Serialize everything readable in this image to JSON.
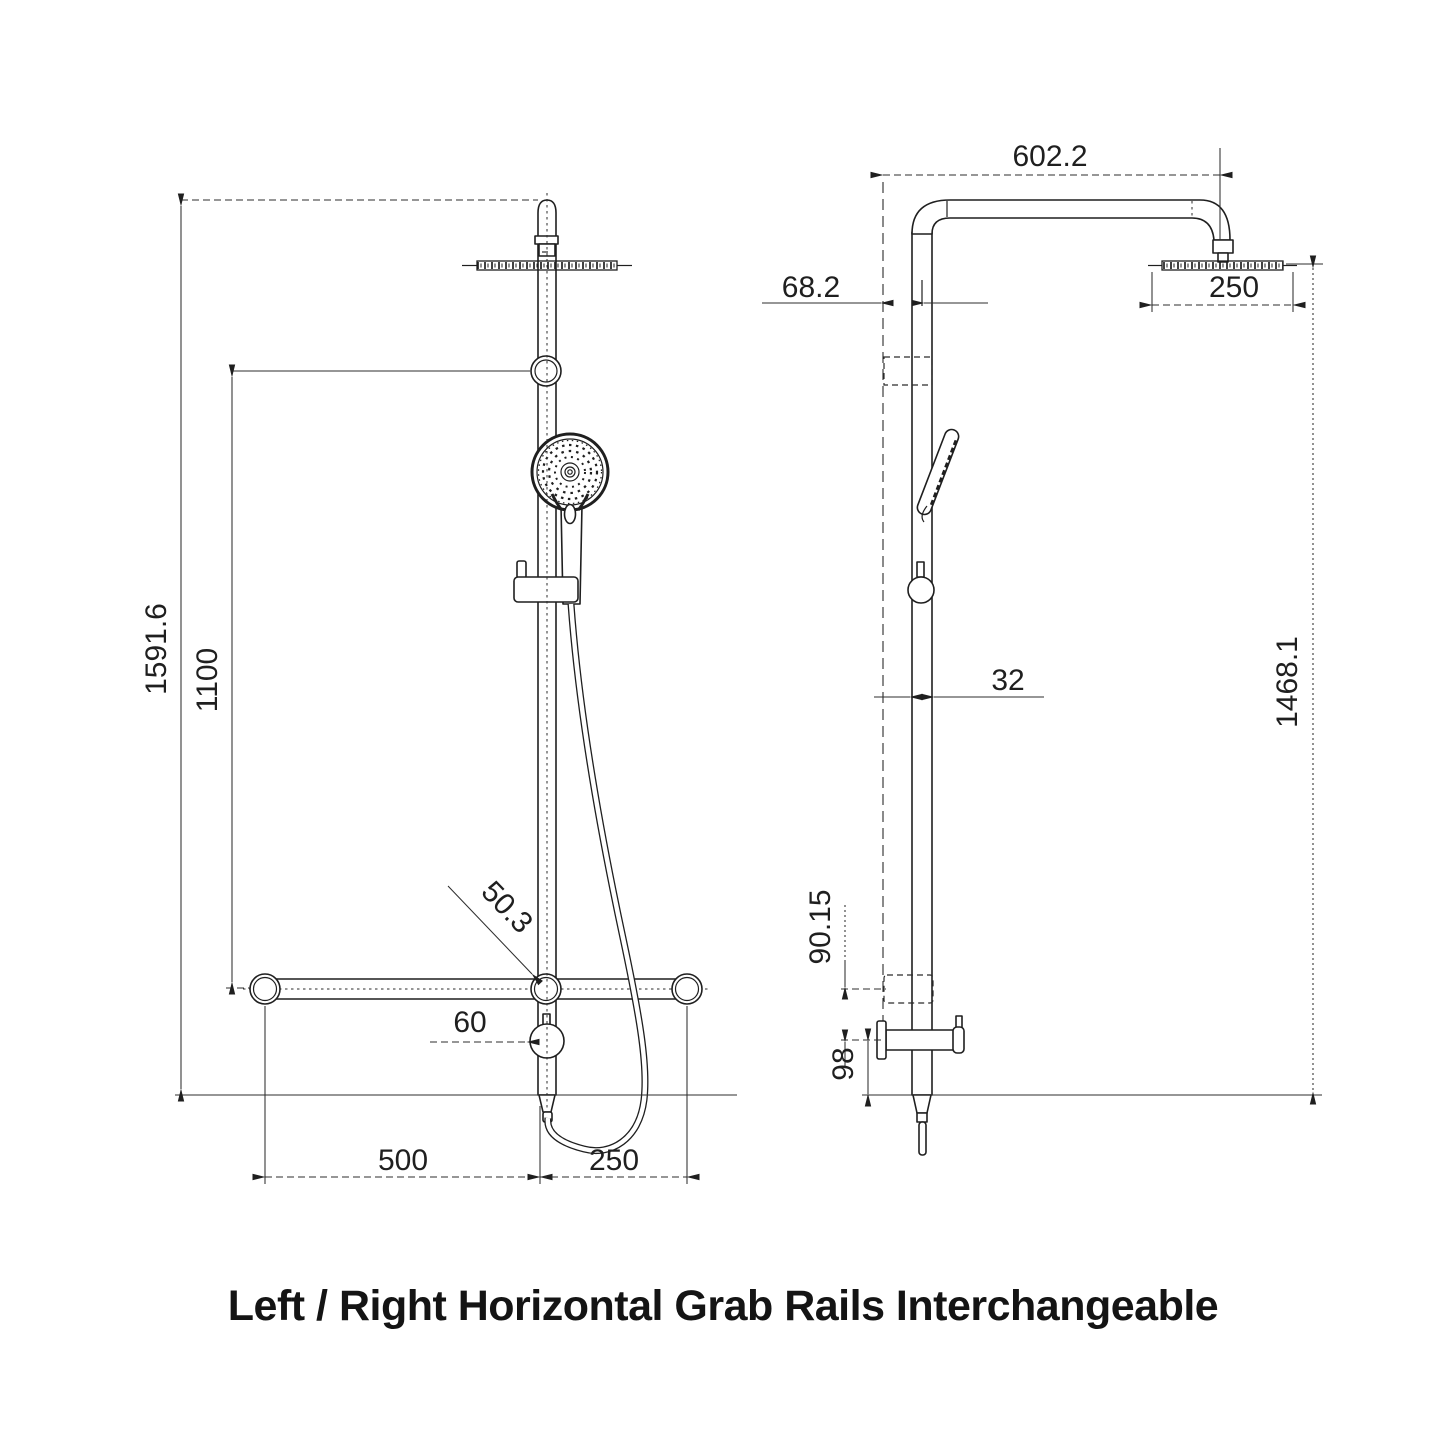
{
  "caption": "Left / Right Horizontal Grab Rails Interchangeable",
  "dimensions": {
    "front": {
      "overall_height": "1591.6",
      "rail_center_height": "1100",
      "rail_offset": "50.3",
      "diverter_offset": "60",
      "rail_left_span": "500",
      "rail_right_span": "250"
    },
    "side": {
      "arm_reach": "602.2",
      "wall_offset": "68.2",
      "head_width": "250",
      "pipe_diameter": "32",
      "head_to_outlet_height": "1468.1",
      "bracket_spacing": "90.15",
      "rail_to_outlet": "98"
    }
  }
}
